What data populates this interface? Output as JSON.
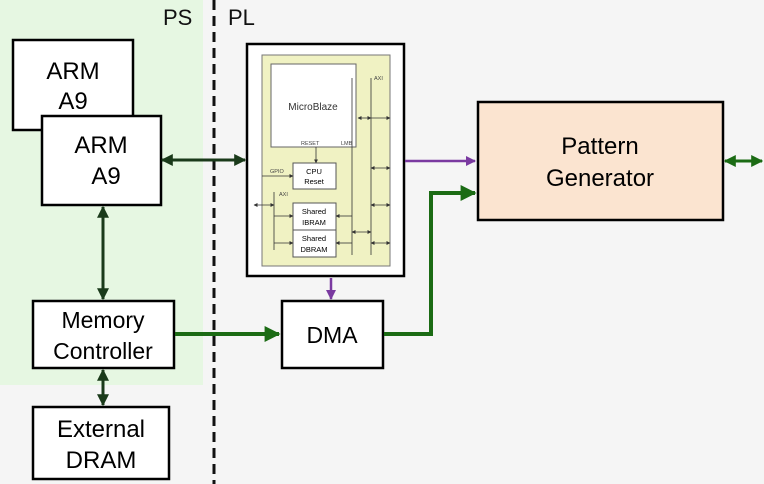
{
  "regions": {
    "ps": "PS",
    "pl": "PL"
  },
  "blocks": {
    "arm_back": [
      "ARM",
      "A9"
    ],
    "arm_front": [
      "ARM",
      "A9"
    ],
    "memory_controller": [
      "Memory",
      "Controller"
    ],
    "external_dram": [
      "External",
      "DRAM"
    ],
    "dma": "DMA",
    "pattern_generator": [
      "Pattern",
      "Generator"
    ]
  },
  "microblaze_subsystem": {
    "core": "MicroBlaze",
    "reset_port": "RESET",
    "lmb_port": "LMB",
    "axi_top": "AXI",
    "gpio": "GPIO",
    "axi_left": "AXI",
    "cpu_reset": [
      "CPU",
      "Reset"
    ],
    "shared_ibram": [
      "Shared",
      "IBRAM"
    ],
    "shared_dbram": [
      "Shared",
      "DBRAM"
    ]
  },
  "colors": {
    "ps_region": "#e6f7e2",
    "dark_link": "#1a3a1a",
    "green_link": "#1b6b14",
    "purple_link": "#7a3aa0",
    "pattern_fill": "#fbe4d0",
    "mb_fill": "#f0f2c3"
  }
}
